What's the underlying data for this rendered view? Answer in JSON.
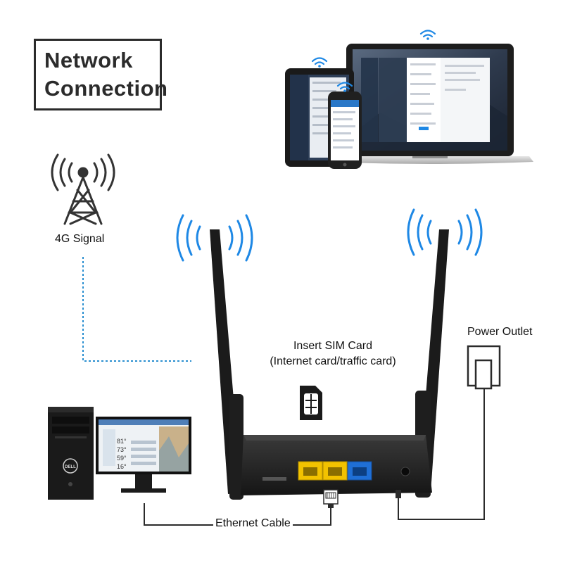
{
  "title": {
    "line1": "Network",
    "line2": "Connection"
  },
  "labels": {
    "signal": "4G Signal",
    "sim_line1": "Insert SIM Card",
    "sim_line2": "(Internet card/traffic card)",
    "power": "Power Outlet",
    "ethernet": "Ethernet Cable"
  },
  "monitor_readings": [
    "81°",
    "73°",
    "59°",
    "16°"
  ],
  "brand_logo": "DELL",
  "colors": {
    "wifi_blue": "#1e88e5",
    "dotted_line": "#2a8fd0",
    "router_body": "#222222",
    "lan_port": "#f2c200",
    "wan_port": "#1f6fd6",
    "outline": "#2b2b2b"
  },
  "icons": [
    "wifi-icon",
    "cell-tower-icon",
    "sim-card-icon",
    "power-outlet-icon",
    "ethernet-plug-icon"
  ]
}
